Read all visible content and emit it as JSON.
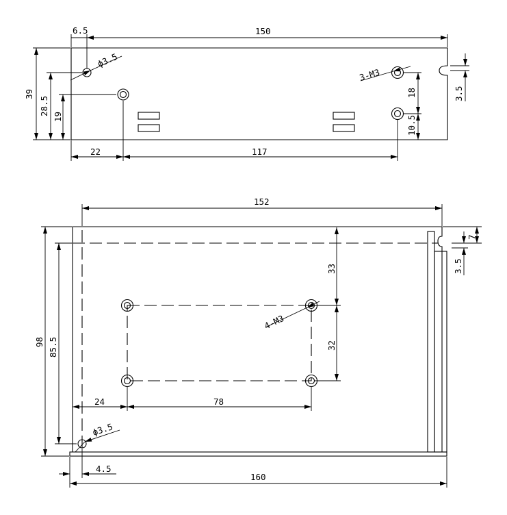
{
  "colors": {
    "line": "#000000",
    "background": "#ffffff"
  },
  "top_view": {
    "dim_6_5": "6.5",
    "dim_150": "150",
    "dim_39": "39",
    "dim_28_5": "28.5",
    "dim_19": "19",
    "dim_22": "22",
    "dim_117": "117",
    "dim_18": "18",
    "dim_10_5": "10.5",
    "dim_3_5": "3.5",
    "hole_label": "ϕ3.5",
    "thread_label": "3-M3"
  },
  "bottom_view": {
    "dim_152": "152",
    "dim_7": "7",
    "dim_3_5": "3.5",
    "dim_33": "33",
    "dim_32": "32",
    "dim_98": "98",
    "dim_85_5": "85.5",
    "dim_24": "24",
    "dim_78": "78",
    "dim_4_5": "4.5",
    "dim_160": "160",
    "hole_label": "ϕ3.5",
    "thread_label": "4-M3"
  }
}
